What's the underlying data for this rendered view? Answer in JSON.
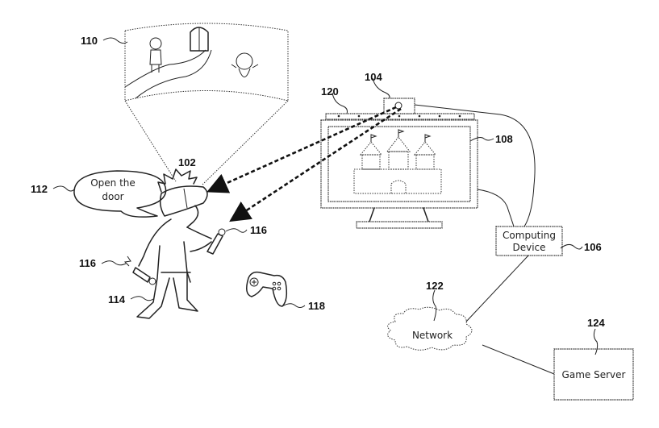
{
  "figure": {
    "type": "patent-drawing",
    "description": "User wearing HMD interacting with VR system, display, computing device, network and game server"
  },
  "labels": {
    "speech_text_line1": "Open the",
    "speech_text_line2": "door",
    "computing_device_line1": "Computing",
    "computing_device_line2": "Device",
    "network": "Network",
    "game_server": "Game Server"
  },
  "refs": {
    "hmd": "102",
    "camera": "104",
    "computing_device": "106",
    "display": "108",
    "vr_view": "110",
    "speech": "112",
    "user": "114",
    "controller_right": "116",
    "controller_left": "116",
    "gamepad": "118",
    "light_bar": "120",
    "network": "122",
    "game_server": "124"
  },
  "colors": {
    "line": "#222222",
    "background": "#ffffff"
  }
}
